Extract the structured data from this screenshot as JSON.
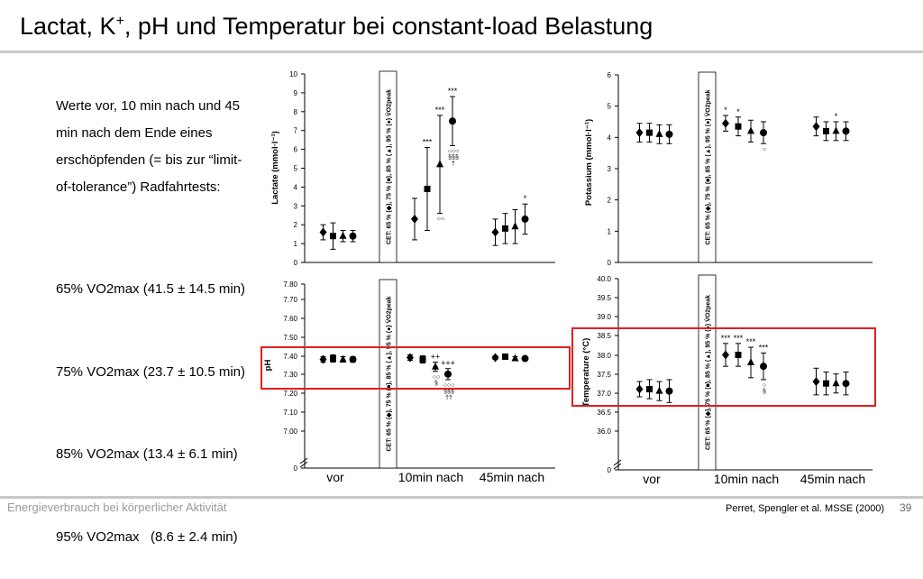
{
  "slide": {
    "title_main": "Lactat, K",
    "title_sup": "+",
    "title_rest": ", pH und Temperatur bei constant-load Belastung",
    "description_lines": [
      "Werte vor, 10 min nach und 45",
      "min nach dem Ende eines",
      "erschöpfenden (= bis zur “limit-",
      "of-tolerance”) Radfahrtests:"
    ],
    "groups": [
      "65% VO2max (41.5 ± 14.5 min)",
      "75% VO2max (23.7 ± 10.5 min)",
      "85% VO2max (13.4 ± 6.1 min)",
      "95% VO2max   (8.6 ± 2.4 min)"
    ],
    "footer": "Energieverbrauch bei körperlicher Aktivität",
    "citation": "Perret, Spengler et al. MSSE (2000)",
    "page_number": "39",
    "highlight_color": "#e02020"
  },
  "x_labels": [
    "vor",
    "10min nach",
    "45min nach"
  ],
  "cet_label": "CET:  65 % (◆), 75 % (■), 85 % (▲), 95 % (●) V̇O2peak",
  "chart_data": [
    {
      "id": "lactate",
      "type": "scatter",
      "ylabel": "Lactate  (mmol·l⁻¹)",
      "ylim": [
        0,
        10
      ],
      "yticks": [
        "0",
        "1",
        "2",
        "3",
        "4",
        "5",
        "6",
        "7",
        "8",
        "9",
        "10"
      ],
      "series_markers": [
        "diamond",
        "square",
        "triangle",
        "circle"
      ],
      "groups": [
        {
          "time": "vor",
          "values": [
            1.6,
            1.4,
            1.4,
            1.4
          ],
          "err": [
            0.4,
            0.7,
            0.3,
            0.3
          ],
          "annotations": []
        },
        {
          "time": "10min nach",
          "values": [
            2.3,
            3.9,
            5.2,
            7.5
          ],
          "err": [
            1.1,
            2.2,
            2.6,
            1.3
          ],
          "annotations": [
            {
              "series": 1,
              "text": "***"
            },
            {
              "series": 2,
              "text": "***"
            },
            {
              "series": 3,
              "text": "***"
            },
            {
              "series": 3,
              "text": "○○○",
              "below": true
            },
            {
              "series": 3,
              "text": "§§§",
              "below": true
            },
            {
              "series": 3,
              "text": "†",
              "below": true
            },
            {
              "series": 2,
              "text": "○○",
              "below": true
            }
          ]
        },
        {
          "time": "45min nach",
          "values": [
            1.6,
            1.8,
            1.9,
            2.3
          ],
          "err": [
            0.7,
            0.8,
            0.9,
            0.8
          ],
          "annotations": [
            {
              "series": 3,
              "text": "*"
            }
          ]
        }
      ]
    },
    {
      "id": "potassium",
      "type": "scatter",
      "ylabel": "Potassium  (mmol·l⁻¹)",
      "ylim": [
        0,
        6
      ],
      "yticks": [
        "0",
        "1",
        "2",
        "3",
        "4",
        "5",
        "6"
      ],
      "series_markers": [
        "diamond",
        "square",
        "triangle",
        "circle"
      ],
      "groups": [
        {
          "time": "vor",
          "values": [
            4.15,
            4.15,
            4.1,
            4.1
          ],
          "err": [
            0.3,
            0.3,
            0.3,
            0.3
          ],
          "annotations": []
        },
        {
          "time": "10min nach",
          "values": [
            4.45,
            4.35,
            4.2,
            4.15
          ],
          "err": [
            0.25,
            0.3,
            0.35,
            0.35
          ],
          "annotations": [
            {
              "series": 0,
              "text": "*"
            },
            {
              "series": 1,
              "text": "*"
            },
            {
              "series": 3,
              "text": "○",
              "below": true
            }
          ]
        },
        {
          "time": "45min nach",
          "values": [
            4.35,
            4.2,
            4.2,
            4.2
          ],
          "err": [
            0.3,
            0.3,
            0.3,
            0.3
          ],
          "annotations": [
            {
              "series": 2,
              "text": "*"
            }
          ]
        }
      ]
    },
    {
      "id": "ph",
      "type": "scatter",
      "ylabel": "pH",
      "ylim": [
        7.0,
        7.8
      ],
      "yticks": [
        "0",
        "7.00",
        "7.10",
        "7.20",
        "7.30",
        "7.40",
        "7.50",
        "7.60",
        "7.70",
        "7.80"
      ],
      "series_markers": [
        "diamond",
        "square",
        "triangle",
        "circle"
      ],
      "groups": [
        {
          "time": "vor",
          "values": [
            7.39,
            7.395,
            7.39,
            7.39
          ],
          "err": [
            0.015,
            0.02,
            0.015,
            0.015
          ],
          "annotations": []
        },
        {
          "time": "10min nach",
          "values": [
            7.4,
            7.39,
            7.35,
            7.31
          ],
          "err": [
            0.015,
            0.02,
            0.025,
            0.03
          ],
          "annotations": [
            {
              "series": 2,
              "text": "++"
            },
            {
              "series": 3,
              "text": "+++"
            },
            {
              "series": 2,
              "text": "○○",
              "below": true
            },
            {
              "series": 2,
              "text": "§",
              "below": true
            },
            {
              "series": 3,
              "text": "○○○",
              "below": true
            },
            {
              "series": 3,
              "text": "§§§",
              "below": true
            },
            {
              "series": 3,
              "text": "††",
              "below": true
            }
          ]
        },
        {
          "time": "45min nach",
          "values": [
            7.4,
            7.405,
            7.395,
            7.395
          ],
          "err": [
            0.01,
            0.01,
            0.01,
            0.01
          ],
          "annotations": []
        }
      ]
    },
    {
      "id": "temperature",
      "type": "scatter",
      "ylabel": "Temperature   (°C)",
      "ylim": [
        36.0,
        40.0
      ],
      "yticks": [
        "0",
        "36.0",
        "36.5",
        "37.0",
        "37.5",
        "38.0",
        "38.5",
        "39.0",
        "39.5",
        "40.0"
      ],
      "series_markers": [
        "diamond",
        "square",
        "triangle",
        "circle"
      ],
      "groups": [
        {
          "time": "vor",
          "values": [
            37.1,
            37.1,
            37.05,
            37.05
          ],
          "err": [
            0.2,
            0.25,
            0.25,
            0.3
          ],
          "annotations": []
        },
        {
          "time": "10min nach",
          "values": [
            38.0,
            38.0,
            37.8,
            37.7
          ],
          "err": [
            0.3,
            0.3,
            0.4,
            0.35
          ],
          "annotations": [
            {
              "series": 0,
              "text": "***"
            },
            {
              "series": 1,
              "text": "***"
            },
            {
              "series": 2,
              "text": "***"
            },
            {
              "series": 3,
              "text": "***"
            },
            {
              "series": 3,
              "text": "○",
              "below": true
            },
            {
              "series": 3,
              "text": "§",
              "below": true
            }
          ]
        },
        {
          "time": "45min nach",
          "values": [
            37.3,
            37.25,
            37.25,
            37.25
          ],
          "err": [
            0.35,
            0.3,
            0.25,
            0.3
          ],
          "annotations": []
        }
      ]
    }
  ]
}
